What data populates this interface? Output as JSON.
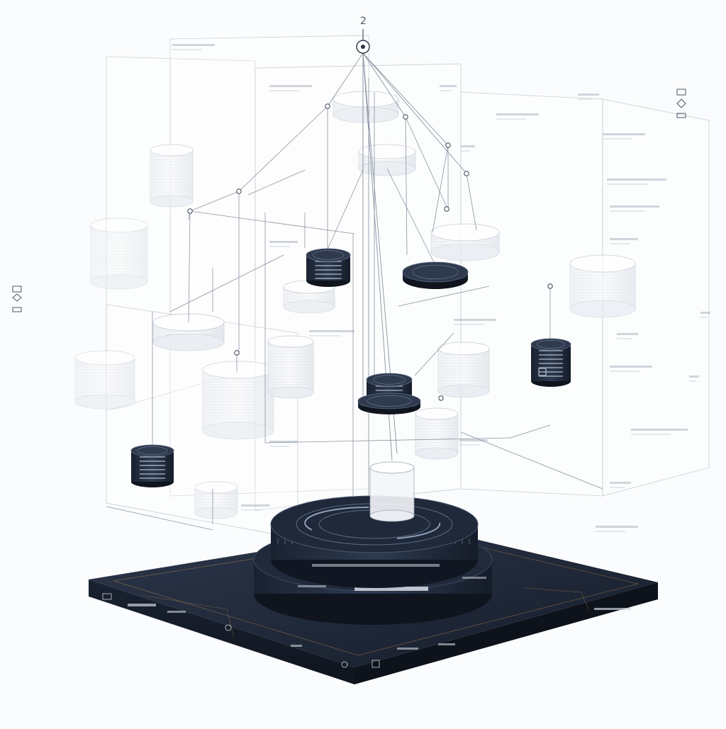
{
  "diagram": {
    "top_label": "2",
    "colors": {
      "background": "#fbfcfd",
      "navy": "#1c2433",
      "navy_light": "#2f3a4e",
      "line": "#8a94a3",
      "panel_line": "#c9ced6",
      "ghost": "#e6e9ee",
      "accent_trace": "#b98a4a"
    },
    "nodes": [
      {
        "id": "hub",
        "style": "ring-icon"
      },
      {
        "id": "disk-upper-left",
        "style": "ghost-disc"
      },
      {
        "id": "disk-upper-right",
        "style": "ghost-disc"
      },
      {
        "id": "dark-stack-left",
        "style": "dark-cylinder"
      },
      {
        "id": "dark-disc-right",
        "style": "dark-disc"
      },
      {
        "id": "dark-cylinder-far-right",
        "style": "dark-cylinder"
      },
      {
        "id": "dark-stack-center",
        "style": "dark-cylinder"
      },
      {
        "id": "dark-stack-low-left",
        "style": "dark-cylinder"
      },
      {
        "id": "base-platform",
        "style": "dark-platform"
      }
    ],
    "icons": [
      "database-icon",
      "ring-icon",
      "platform-icon"
    ]
  }
}
